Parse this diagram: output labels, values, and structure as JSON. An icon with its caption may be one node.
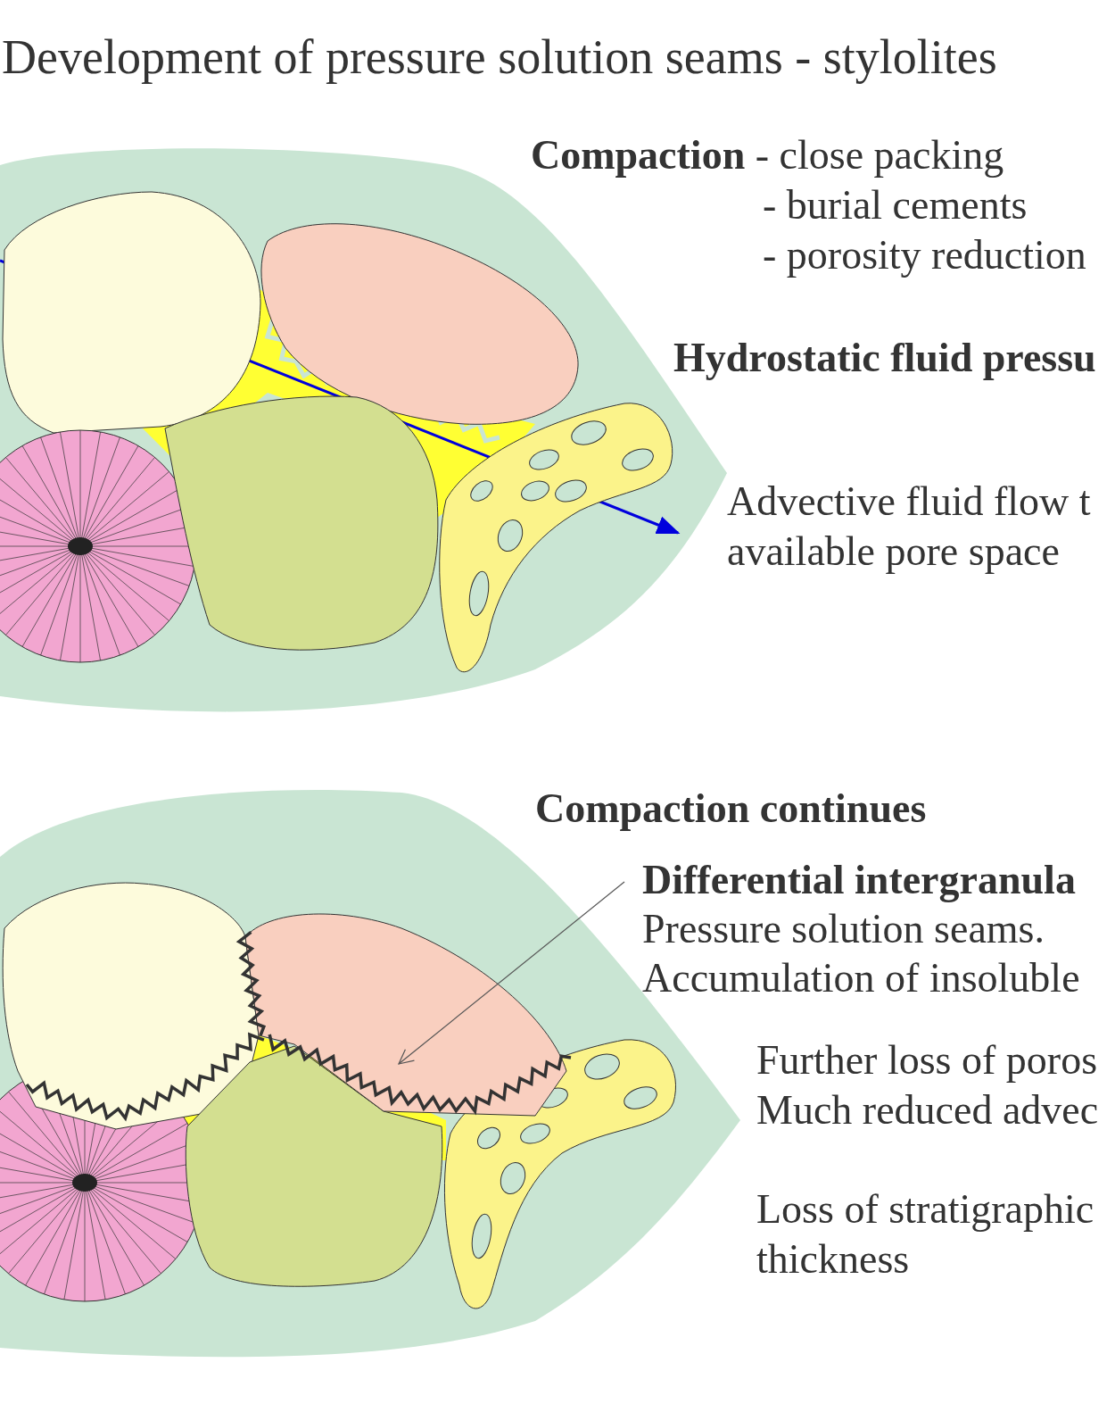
{
  "diagram": {
    "title": "Development of pressure solution seams - stylolites",
    "nodes": [
      {
        "text": [
          "Differential intergranula",
          "Pressure solution seams.",
          "Accumulation of insoluble"
        ]
      },
      {
        "text": [],
        "shape": "ellipse"
      }
    ],
    "edges": [
      {
        "from": 0,
        "to": 1,
        "arrow": "to"
      }
    ],
    "labels": [
      "**Compaction** - close packing",
      "- burial cements",
      "- porosity reduction",
      "Hydrostatic fluid pressu",
      "Advective fluid flow t available pore space",
      "Compaction continues",
      "Further loss of poros",
      "Much reduced advec",
      "Loss of stratigraphic thickness"
    ]
  }
}
